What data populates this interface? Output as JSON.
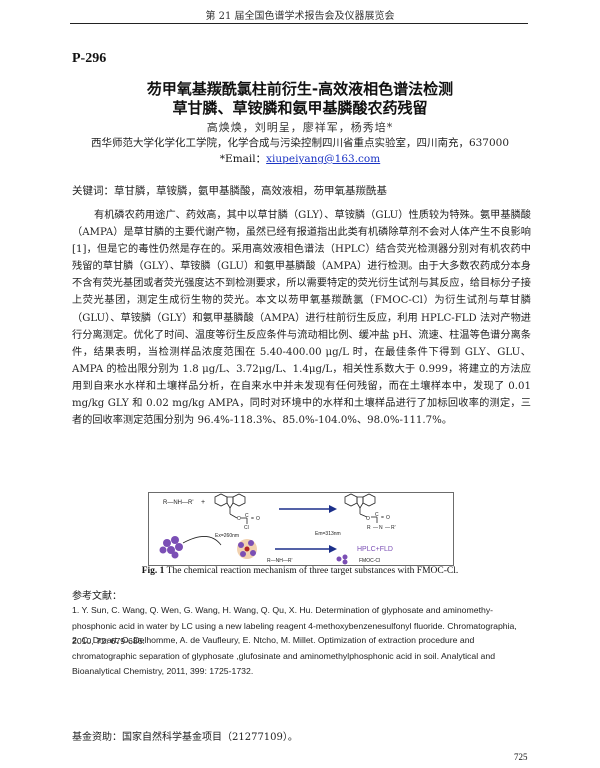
{
  "header": {
    "text": "第 21 届全国色谱学术报告会及仪器展览会"
  },
  "paper_code": "P-296",
  "title_line1": "芴甲氧基羰酰氯柱前衍生-高效液相色谱法检测",
  "title_line2": "草甘膦、草铵膦和氨甲基膦酸农药残留",
  "authors": "高焕焕，刘明呈，廖祥军，杨秀培*",
  "affiliation": "西华师范大学化学化工学院，化学合成与污染控制四川省重点实验室，四川南充，637000",
  "email_label": "*Email：",
  "email": "xiupeiyang@163.com",
  "keywords": "关键词：草甘膦，草铵膦，氨甲基膦酸，高效液相，芴甲氧基羰酰基",
  "abstract": "有机磷农药用途广、药效高，其中以草甘膦（GLY）、草铵膦（GLU）性质较为特殊。氨甲基膦酸（AMPA）是草甘膦的主要代谢产物，虽然已经有报道指出此类有机磷除草剂不会对人体产生不良影响[1]，但是它的毒性仍然是存在的。采用高效液相色谱法（HPLC）结合荧光检测器分别对有机农药中残留的草甘膦（GLY）、草铵膦（GLU）和氨甲基膦酸（AMPA）进行检测。由于大多数农药成分本身不含有荧光基团或者荧光强度达不到检测要求，所以需要特定的荧光衍生试剂与其反应，给目标分子接上荧光基团，测定生成衍生物的荧光。本文以芴甲氧基羰酰氯（FMOC-Cl）为衍生试剂与草甘膦（GLU）、草铵膦（GLY）和氨甲基膦酸（AMPA）进行柱前衍生反应，利用 HPLC-FLD 法对产物进行分离测定。优化了时间、温度等衍生反应条件与流动相比例、缓冲盐 pH、流速、柱温等色谱分离条件，结果表明，当检测样品浓度范围在 5.40-400.00 μg/L 时，在最佳条件下得到 GLY、GLU、AMPA 的检出限分别为 1.8 μg/L、3.72μg/L、1.4μg/L，相关性系数大于 0.999，将建立的方法应用到自来水水样和土壤样品分析，在自来水中并未发现有任何残留，而在土壤样本中，发现了 0.01 mg/kg GLY 和 0.02 mg/kg AMPA，同时对环境中的水样和土壤样品进行了加标回收率的测定，三者的回收率测定范围分别为 96.4%-118.3%、85.0%-104.0%、98.0%-111.7%。",
  "figure": {
    "reactant_amine": "R—NH—R'",
    "plus": "+",
    "fmoc_label": "FMOC-Cl",
    "ex_label": "Ex=260nm",
    "em_label": "Em=313nm",
    "hplc_label": "HPLC+FLD",
    "amine_bottom": "R—NH—R'",
    "bottom_fmoc": "FMOC-Cl",
    "atom_o": "O",
    "atom_c": "C",
    "atom_cl": "Cl",
    "atom_n": "N",
    "atom_r": "R",
    "atom_r2": "R'",
    "bond_eq": "=",
    "bond_dash": "—",
    "colors": {
      "arrow": "#1b2f8a",
      "purple": "#7b4fb5",
      "label_red": "#b22222"
    }
  },
  "caption": {
    "label": "Fig. 1",
    "text": " The chemical reaction mechanism of three target substances with FMOC-Cl."
  },
  "references_heading": "参考文献：",
  "references": [
    "1. Y. Sun, C. Wang, Q. Wen, G. Wang, H. Wang, Q. Qu, X. Hu. Determination of glyphosate and aminomethy- phosphonic acid in water by LC using a new labeling reagent 4-methoxybenzenesulfonyl fluoride. Chromatographia, 2010, 72: 679-686.",
    "2. C. Druart, O. Delhomme, A. de Vaufleury, E. Ntcho, M. Millet. Optimization of extraction procedure and chromatographic separation of glyphosate ,glufosinate and aminomethylphosphonic acid in soil. Analytical and Bioanalytical Chemistry, 2011, 399: 1725-1732."
  ],
  "funding": "基金资助：国家自然科学基金项目（21277109）。",
  "page_number": "725"
}
